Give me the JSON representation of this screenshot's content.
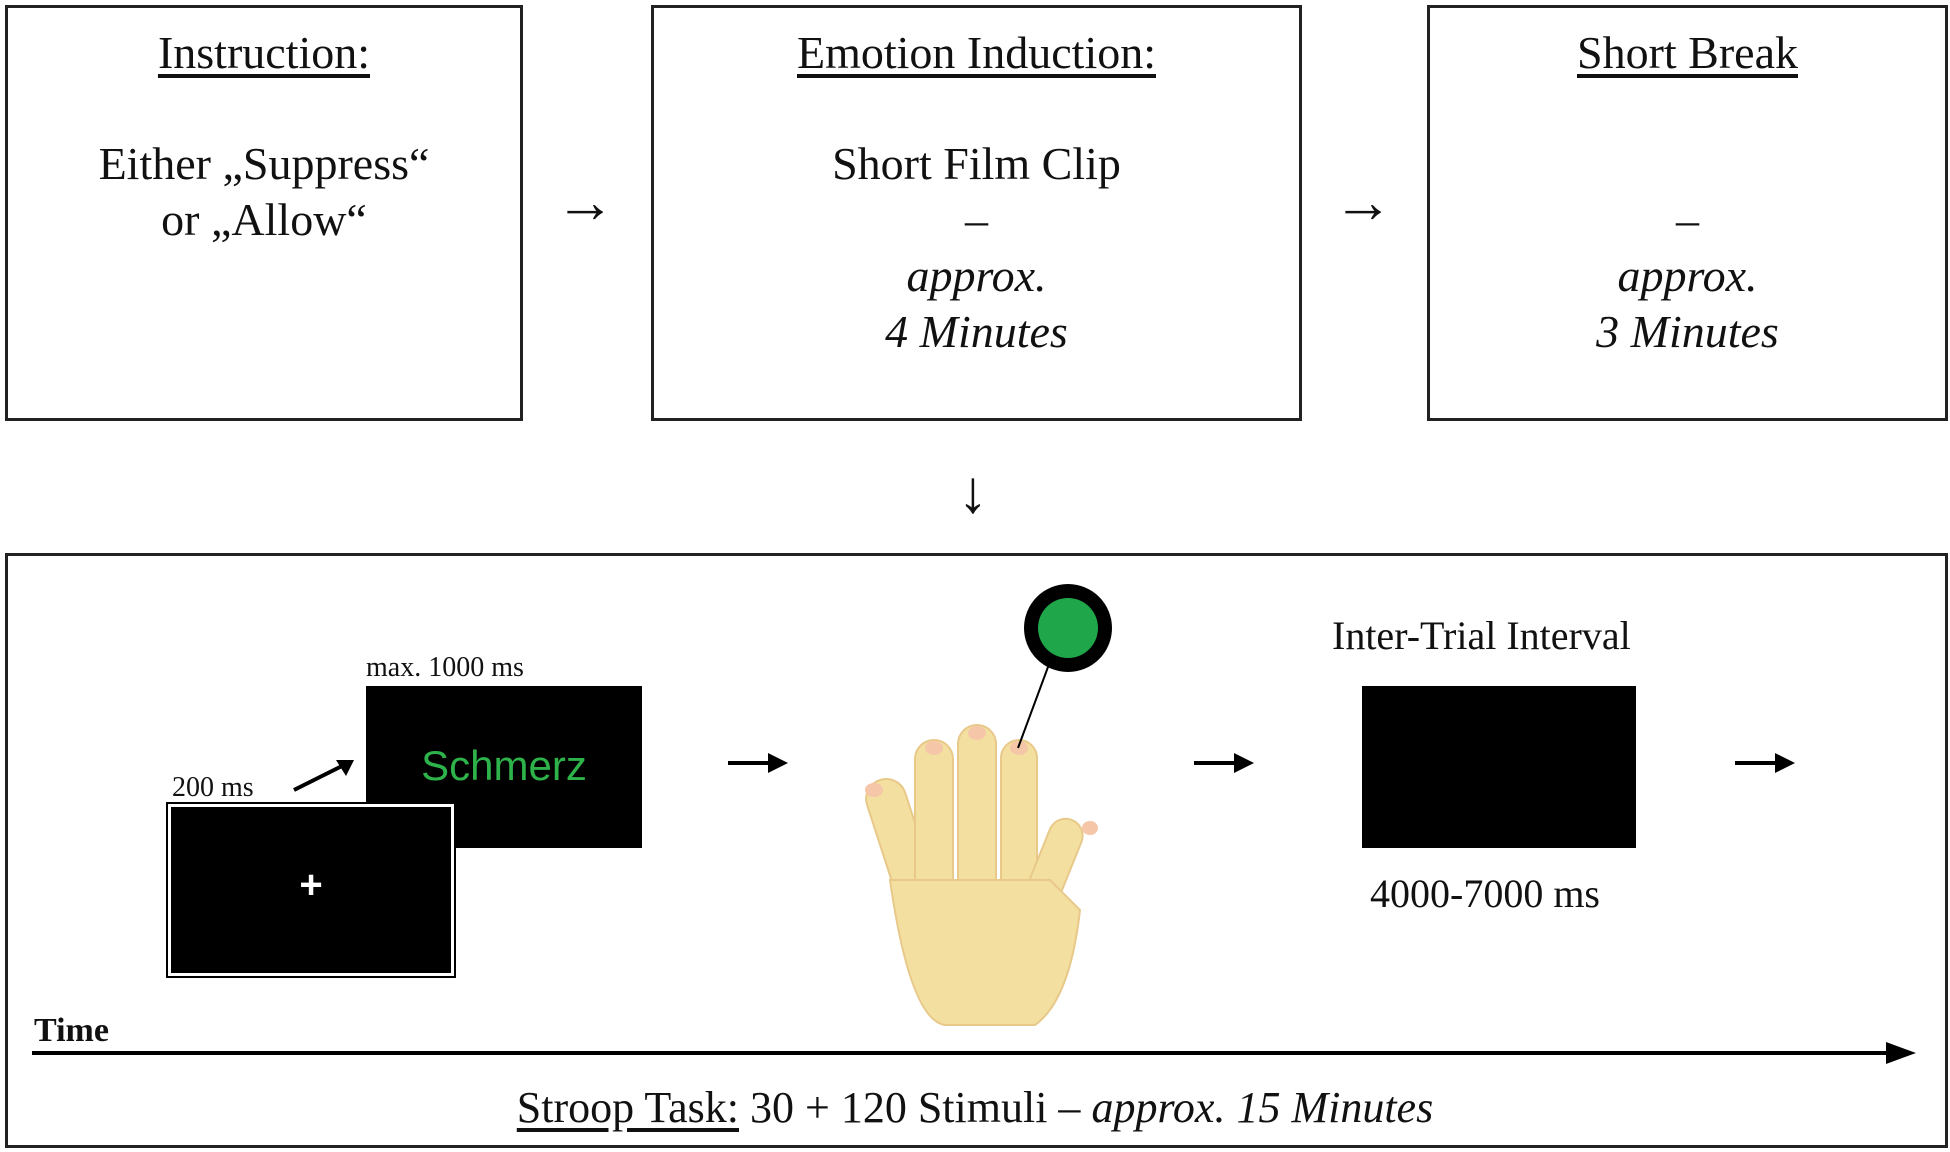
{
  "instruction": {
    "title": "Instruction:",
    "line1": "Either „Suppress“",
    "line2": "or „Allow“"
  },
  "induction": {
    "title": "Emotion Induction:",
    "line1": "Short Film Clip",
    "dash": "–",
    "line2": "approx.",
    "line3": "4 Minutes"
  },
  "short_break": {
    "title": "Short Break",
    "dash": "–",
    "line2": "approx.",
    "line3": "3 Minutes"
  },
  "stroop": {
    "fixation_time": "200 ms",
    "fixation_symbol": "+",
    "stimulus_time": "max. 1000 ms",
    "stimulus_word": "Schmerz",
    "stimulus_color": "#2db34a",
    "button_color": "#1fa64a",
    "hand_color": "#f3dfa0",
    "iti_label": "Inter-Trial Interval",
    "iti_time": "4000-7000 ms",
    "time_label": "Time",
    "caption_prefix": "Stroop Task:",
    "caption_middle": "30 + 120 Stimuli –",
    "caption_suffix": "approx. 15 Minutes"
  },
  "arrows": {
    "right": "→",
    "down": "↓"
  }
}
